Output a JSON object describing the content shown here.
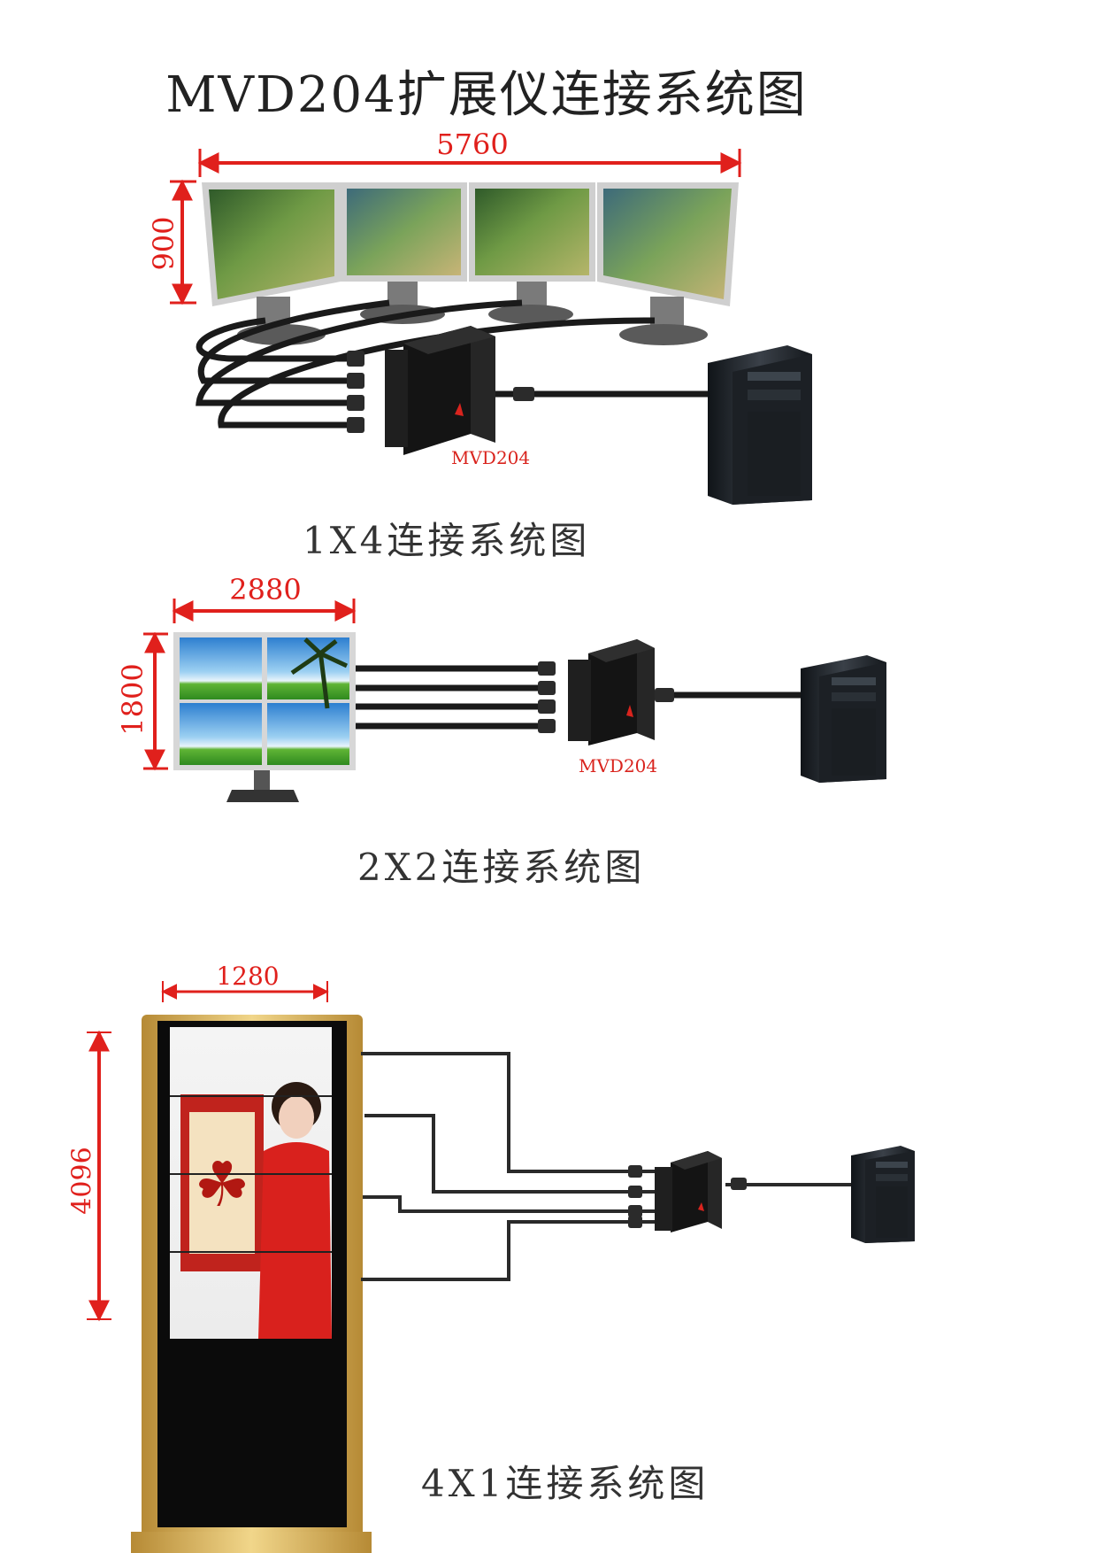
{
  "title": "MVD204扩展仪连接系统图",
  "sections": [
    {
      "caption": "1X4连接系统图",
      "width_label": "5760",
      "height_label": "900",
      "device_label": "MVD204"
    },
    {
      "caption": "2X2连接系统图",
      "width_label": "2880",
      "height_label": "1800",
      "device_label": "MVD204"
    },
    {
      "caption": "4X1连接系统图",
      "width_label": "1280",
      "height_label": "4096"
    }
  ],
  "colors": {
    "dimension": "#e0201c",
    "cable": "#1a1a1a",
    "device": "#141414",
    "kiosk_frame": "#c9a04a"
  }
}
